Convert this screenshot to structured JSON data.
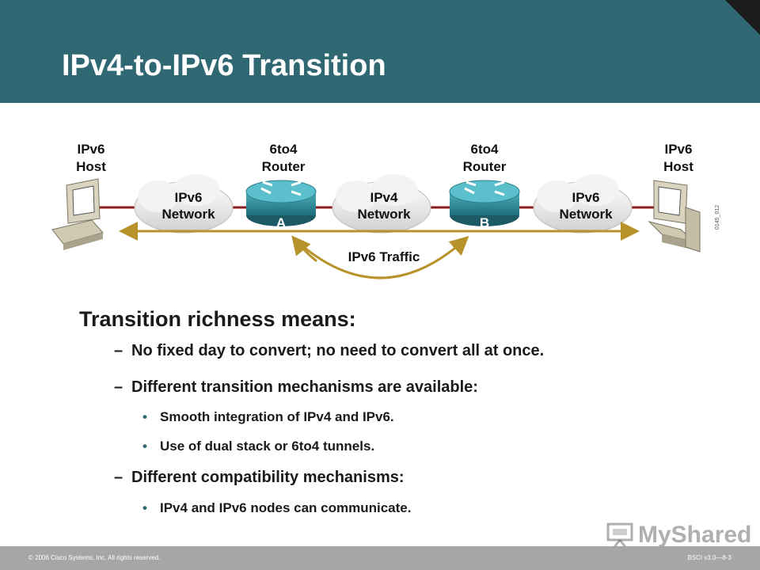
{
  "slide": {
    "title": "IPv4-to-IPv6 Transition"
  },
  "diagram": {
    "host_left": {
      "line1": "IPv6",
      "line2": "Host"
    },
    "router_a": {
      "line1": "6to4",
      "line2": "Router",
      "letter": "A"
    },
    "router_b": {
      "line1": "6to4",
      "line2": "Router",
      "letter": "B"
    },
    "host_right": {
      "line1": "IPv6",
      "line2": "Host"
    },
    "cloud_left": {
      "line1": "IPv6",
      "line2": "Network"
    },
    "cloud_middle": {
      "line1": "IPv4",
      "line2": "Network"
    },
    "cloud_right": {
      "line1": "IPv6",
      "line2": "Network"
    },
    "traffic_label": "IPv6 Traffic",
    "figure_id": "0145_012",
    "colors": {
      "link": "#8b1a1a",
      "traffic_arrow": "#b8922a",
      "router": "#2e8b9a",
      "cloud": "#e6e6e6"
    }
  },
  "bullets": {
    "heading": "Transition richness means:",
    "item1": "No fixed day to convert; no need to convert all at once.",
    "item2": "Different transition mechanisms are available:",
    "item2_sub1": "Smooth integration of IPv4 and IPv6.",
    "item2_sub2": "Use of dual stack or 6to4 tunnels.",
    "item3": "Different compatibility mechanisms:",
    "item3_sub1": "IPv4 and IPv6 nodes can communicate.",
    "dash": "–",
    "dot": "•"
  },
  "footer": {
    "copyright": "© 2006 Cisco Systems, Inc. All rights reserved.",
    "course": "BSCI v3.0—8-3"
  },
  "watermark": {
    "text": "MyShared"
  }
}
